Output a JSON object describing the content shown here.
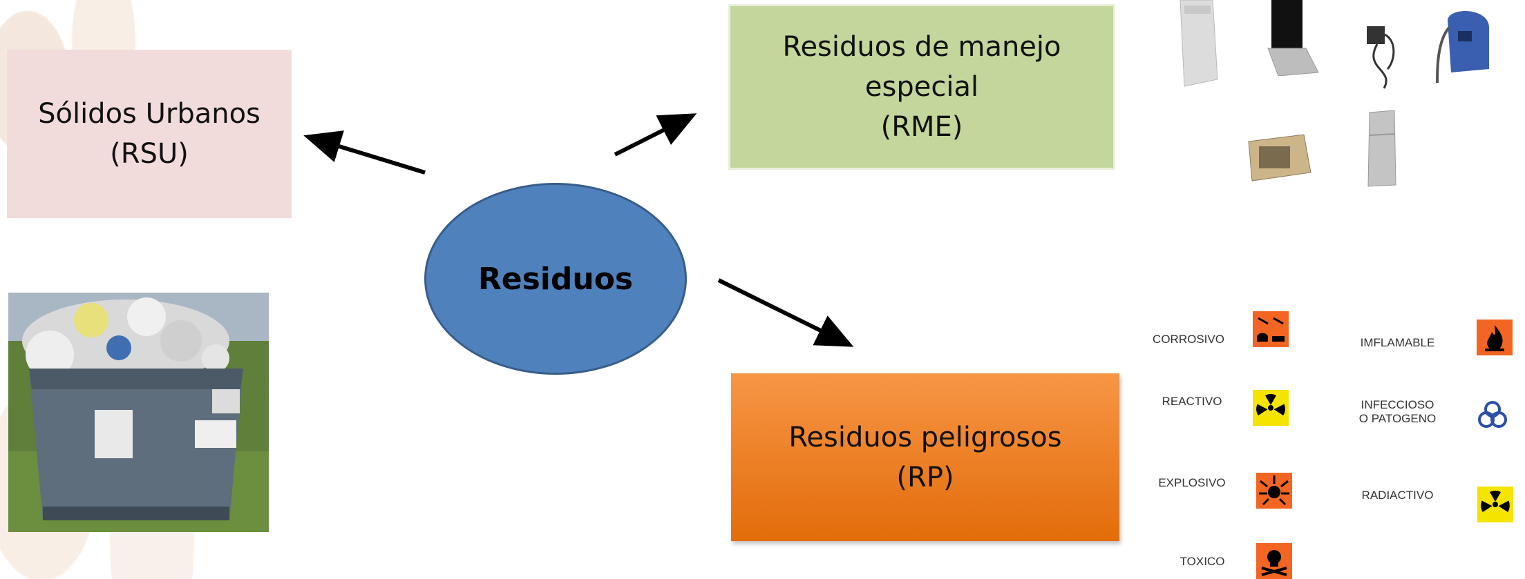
{
  "diagram": {
    "center": {
      "label": "Residuos"
    },
    "rsu": {
      "label": "Sólidos Urbanos\n(RSU)"
    },
    "rme": {
      "label": "Residuos de manejo\nespecial\n(RME)"
    },
    "rp": {
      "label": "Residuos peligrosos\n(RP)"
    }
  },
  "hazards": [
    {
      "label": "CORROSIVO",
      "icon": "corrosive-icon"
    },
    {
      "label": "IMFLAMABLE",
      "icon": "flammable-icon"
    },
    {
      "label": "REACTIVO",
      "icon": "radiation-icon"
    },
    {
      "label": "INFECCIOSO\nO PATOGENO",
      "icon": "biohazard-icon"
    },
    {
      "label": "EXPLOSIVO",
      "icon": "explosive-icon"
    },
    {
      "label": "RADIACTIVO",
      "icon": "radiation-icon"
    },
    {
      "label": "TOXICO",
      "icon": "toxic-icon"
    }
  ],
  "rme_items": [
    "washing-machine-icon",
    "laptop-icon",
    "charger-icon",
    "vacuum-icon",
    "microwave-icon",
    "refrigerator-icon"
  ],
  "colors": {
    "rsu": "#f2dcdb",
    "rme": "#c3d69b",
    "rp": "#f79646",
    "center": "#4f81bd",
    "hazard_orange": "#f26522",
    "hazard_yellow": "#f5e400"
  }
}
